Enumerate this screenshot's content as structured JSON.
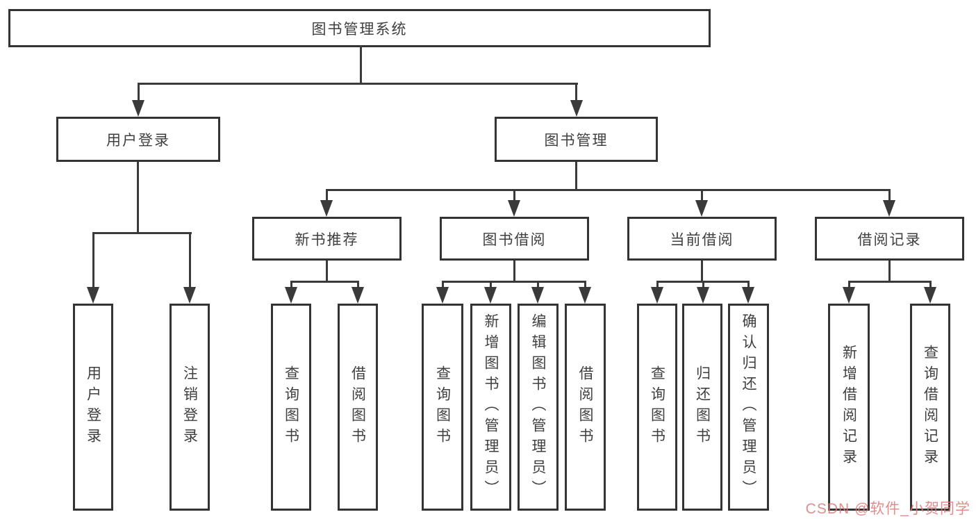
{
  "diagram": {
    "root": "图书管理系统",
    "left_branch": {
      "label": "用户登录",
      "children": [
        "用户登录",
        "注销登录"
      ]
    },
    "right_branch": {
      "label": "图书管理",
      "groups": [
        {
          "label": "新书推荐",
          "children": [
            "查询图书",
            "借阅图书"
          ]
        },
        {
          "label": "图书借阅",
          "children": [
            "查询图书",
            "新增图书（管理员）",
            "编辑图书（管理员）",
            "借阅图书"
          ]
        },
        {
          "label": "当前借阅",
          "children": [
            "查询图书",
            "归还图书",
            "确认归还（管理员）"
          ]
        },
        {
          "label": "借阅记录",
          "children": [
            "新增借阅记录",
            "查询借阅记录"
          ]
        }
      ]
    }
  },
  "watermark": "CSDN @软件_小贺同学",
  "colors": {
    "line": "#3a3a3a",
    "box_border": "#333333",
    "text": "#3f3f3f",
    "watermark": "#de7878",
    "background": "#ffffff"
  }
}
